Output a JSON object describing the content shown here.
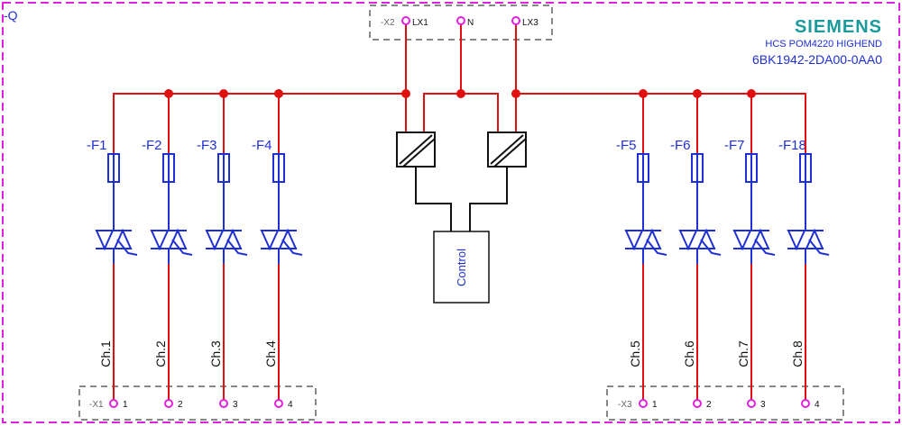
{
  "device": {
    "designation": "-Q",
    "brand": "SIEMENS",
    "model": "HCS POM4220 HIGHEND",
    "order_number": "6BK1942-2DA00-0AA0"
  },
  "supply_terminal": {
    "label": "-X2",
    "pins": [
      "LX1",
      "N",
      "LX3"
    ]
  },
  "left_channels": [
    {
      "fuse": "-F1",
      "channel": "Ch.1",
      "pin": "1"
    },
    {
      "fuse": "-F2",
      "channel": "Ch.2",
      "pin": "2"
    },
    {
      "fuse": "-F3",
      "channel": "Ch.3",
      "pin": "3"
    },
    {
      "fuse": "-F4",
      "channel": "Ch.4",
      "pin": "4"
    }
  ],
  "right_channels": [
    {
      "fuse": "-F5",
      "channel": "Ch.5",
      "pin": "1"
    },
    {
      "fuse": "-F6",
      "channel": "Ch.6",
      "pin": "2"
    },
    {
      "fuse": "-F7",
      "channel": "Ch.7",
      "pin": "3"
    },
    {
      "fuse": "-F18",
      "channel": "Ch.8",
      "pin": "4"
    }
  ],
  "left_terminal": {
    "label": "-X1"
  },
  "right_terminal": {
    "label": "-X3"
  },
  "control_label": "Control",
  "colors": {
    "frame": "#e020e0",
    "wire": "#e01010",
    "component": "#1f2fd6",
    "brand": "#1a9a9a",
    "black": "#111111"
  }
}
